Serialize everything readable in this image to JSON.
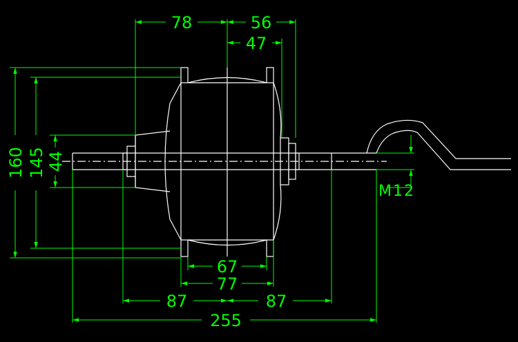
{
  "drawing": {
    "background_color": "#000000",
    "outline_color": "#ffffff",
    "dimension_color": "#00ff00",
    "dimensions": {
      "d78": "78",
      "d56": "56",
      "d47": "47",
      "d160": "160",
      "d145": "145",
      "d44": "44",
      "d67": "67",
      "d77": "77",
      "d87_left": "87",
      "d87_right": "87",
      "d255": "255"
    },
    "labels": {
      "thread": "M12"
    }
  }
}
